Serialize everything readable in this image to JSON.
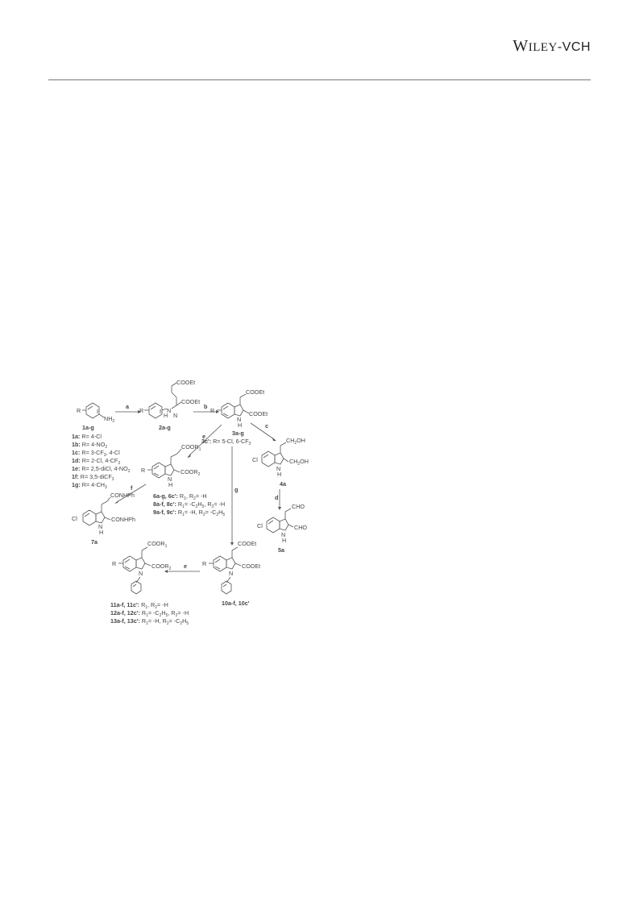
{
  "header": {
    "publisher_w": "W",
    "publisher_iley": "ILEY",
    "publisher_dash": "-",
    "publisher_vch": "VCH"
  },
  "scheme": {
    "steps": {
      "a": "a",
      "b": "b",
      "c": "c",
      "d": "d",
      "e_top": "e",
      "e_bottom": "e",
      "f": "f",
      "g": "g"
    },
    "c1": {
      "r": "R",
      "nh2": "NH",
      "nh2_sub": "2",
      "label": "1a-g",
      "subs": [
        {
          "id": "1a:",
          "text": " R= 4-Cl"
        },
        {
          "id": "1b:",
          "text": " R= 4-NO",
          "sub": "2"
        },
        {
          "id": "1c:",
          "text": " R= 3-CF",
          "sub": "3",
          "tail": ", 4-Cl"
        },
        {
          "id": "1d:",
          "text": " R= 2-Cl, 4-CF",
          "sub": "3"
        },
        {
          "id": "1e:",
          "text": " R= 2,5-diCl, 4-NO",
          "sub": "2"
        },
        {
          "id": "1f:",
          "text": " R= 3,5-diCF",
          "sub": "3"
        },
        {
          "id": "1g:",
          "text": " R= 4-CH",
          "sub": "3"
        }
      ]
    },
    "c2": {
      "r": "R",
      "cooet1": "COOEt",
      "cooet2": "COOEt",
      "h": "H",
      "n1": "N",
      "n2": "N",
      "label": "2a-g"
    },
    "c3": {
      "r": "R",
      "cooet1": "COOEt",
      "cooet2": "COOEt",
      "n": "N",
      "h": "H",
      "label": "3a-g",
      "note_id": "3c':",
      "note_text": " R= 5-Cl, 6-CF",
      "note_sub": "3"
    },
    "c4": {
      "cl": "Cl",
      "ch2oh1_a": "CH",
      "ch2oh1_sub": "2",
      "ch2oh1_b": "OH",
      "ch2oh2_a": "CH",
      "ch2oh2_sub": "2",
      "ch2oh2_b": "OH",
      "n": "N",
      "h": "H",
      "label": "4a"
    },
    "c5": {
      "cl": "Cl",
      "cho1": "CHO",
      "cho2": "CHO",
      "n": "N",
      "h": "H",
      "label": "5a"
    },
    "c6": {
      "r": "R",
      "coor1_a": "COOR",
      "coor1_sub": "1",
      "coor2_a": "COOR",
      "coor2_sub": "2",
      "n": "N",
      "h": "H",
      "rows": [
        {
          "id": "6a-g, 6c':",
          "t1": " R",
          "s1": "1",
          "t2": ", R",
          "s2": "2",
          "t3": "= -H"
        },
        {
          "id": "8a-f, 8c':",
          "t1": " R",
          "s1": "1",
          "t2": "= -C",
          "s2": "2",
          "t3": "H",
          "s3": "5",
          "t4": ", R",
          "s4": "2",
          "t5": "= -H"
        },
        {
          "id": "9a-f, 9c':",
          "t1": " R",
          "s1": "1",
          "t2": "= -H, R",
          "s2": "2",
          "t3": "= -C",
          "s3": "2",
          "t4": "H",
          "s4": "5",
          "t5": ""
        }
      ]
    },
    "c7": {
      "cl": "Cl",
      "conhph1": "CONHPh",
      "conhph2": "CONHPh",
      "n": "N",
      "h": "H",
      "label": "7a"
    },
    "c10": {
      "r": "R",
      "cooet1": "COOEt",
      "cooet2": "COOEt",
      "n": "N",
      "label": "10a-f, 10c'"
    },
    "c11": {
      "r": "R",
      "coor1_a": "COOR",
      "coor1_sub": "1",
      "coor2_a": "COOR",
      "coor2_sub": "2",
      "n": "N",
      "rows": [
        {
          "id": "11a-f, 11c':",
          "t1": " R",
          "s1": "1",
          "t2": ", R",
          "s2": "2",
          "t3": "= -H"
        },
        {
          "id": "12a-f, 12c':",
          "t1": " R",
          "s1": "1",
          "t2": "= -C",
          "s2": "2",
          "t3": "H",
          "s3": "5",
          "t4": ", R",
          "s4": "2",
          "t5": "= -H"
        },
        {
          "id": "13a-f, 13c':",
          "t1": " R",
          "s1": "1",
          "t2": "= -H, R",
          "s2": "2",
          "t3": "= -C",
          "s3": "2",
          "t4": "H",
          "s4": "5",
          "t5": ""
        }
      ]
    }
  }
}
